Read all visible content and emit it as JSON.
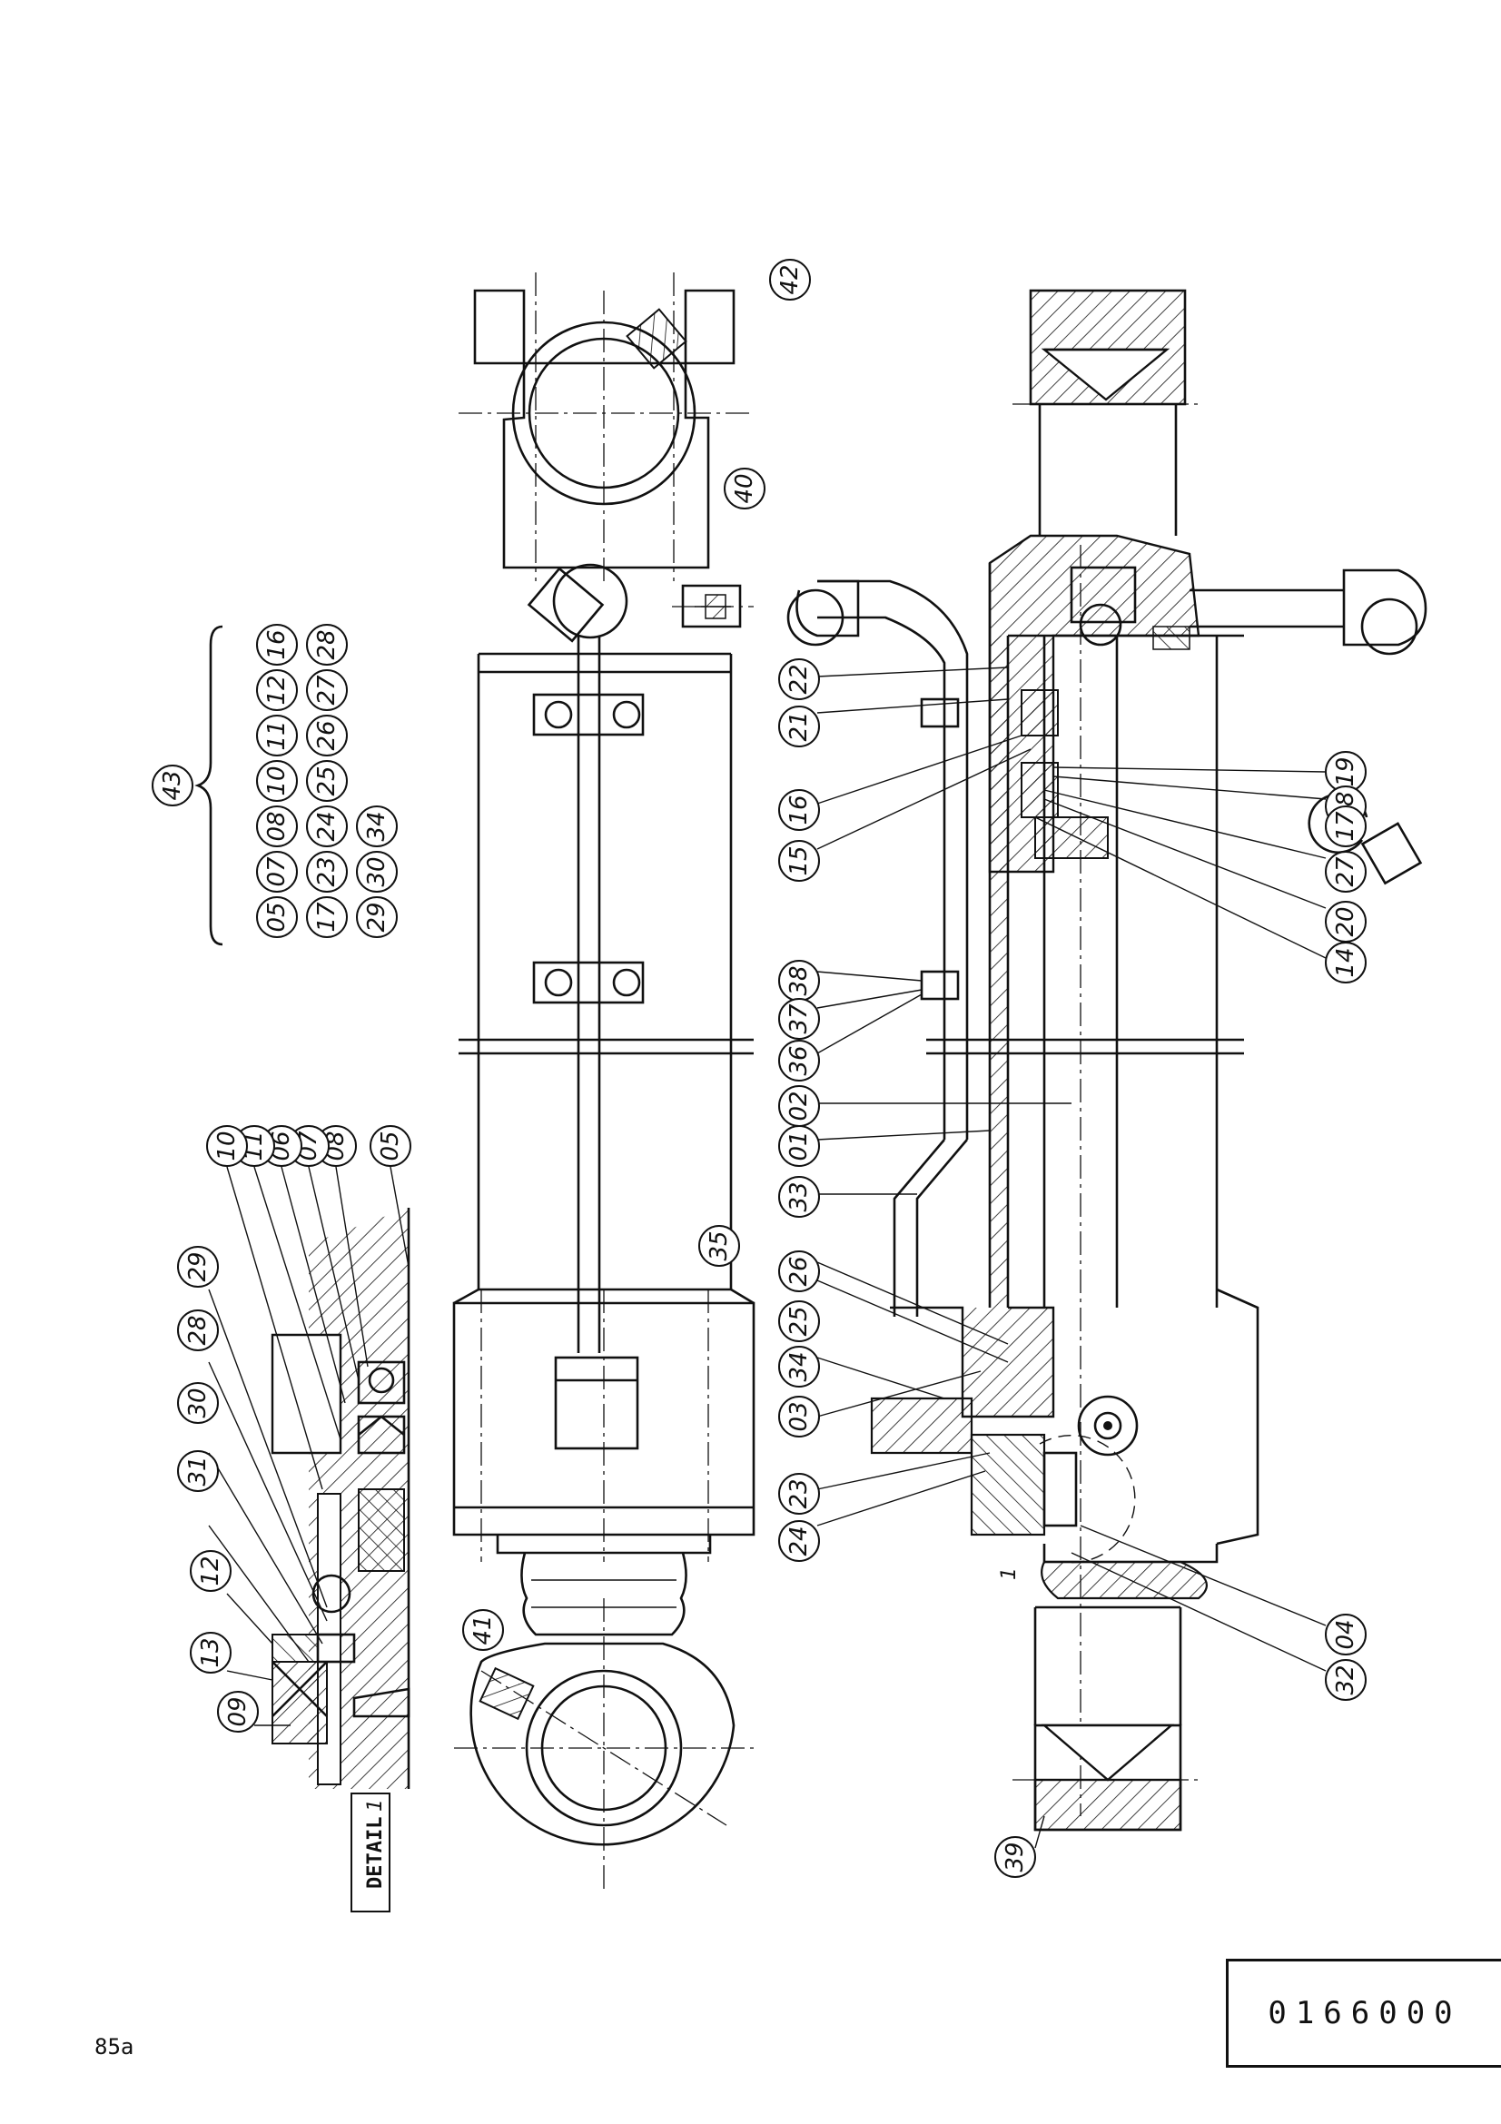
{
  "drawing": {
    "drawing_number": "0166000",
    "page_number": "85a",
    "detail_label": "DETAIL",
    "detail_marker": "1",
    "detail_marker_main": "1",
    "callouts_main": [
      "42",
      "40",
      "41",
      "35"
    ],
    "callouts_barrel": [
      "21",
      "22",
      "15",
      "16",
      "19",
      "18",
      "17",
      "27",
      "20",
      "14",
      "38",
      "37",
      "36",
      "02",
      "01",
      "33",
      "26",
      "25",
      "34",
      "03",
      "23",
      "24",
      "04",
      "32",
      "39"
    ],
    "callouts_detail": [
      "05",
      "08",
      "07",
      "06",
      "11",
      "10",
      "29",
      "28",
      "30",
      "31",
      "12",
      "13",
      "09"
    ],
    "kit_label": "43",
    "kit_rows": [
      [
        "05",
        "07",
        "08",
        "10",
        "11",
        "12",
        "16"
      ],
      [
        "17",
        "23",
        "24",
        "25",
        "26",
        "27",
        "28"
      ],
      [
        "29",
        "30",
        "34"
      ]
    ]
  }
}
